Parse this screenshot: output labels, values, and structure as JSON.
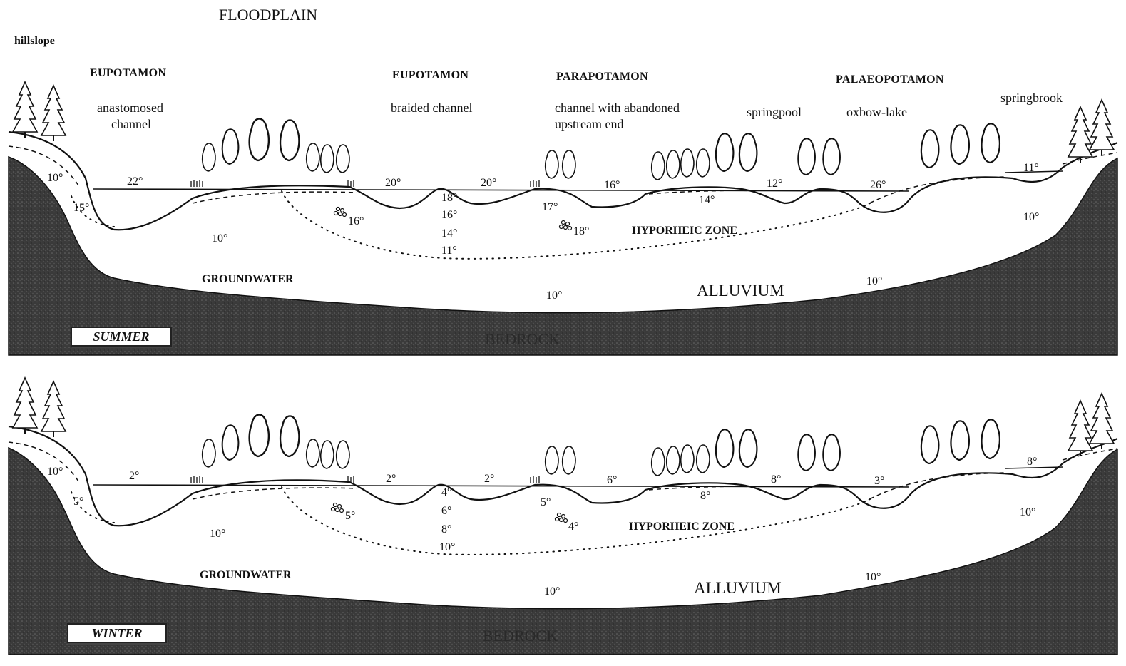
{
  "title": "FLOODPLAIN",
  "hillslope": "hillslope",
  "headers": {
    "eupotamon1": "EUPOTAMON",
    "eupotamon2": "EUPOTAMON",
    "parapotamon": "PARAPOTAMON",
    "palaeopotamon": "PALAEOPOTAMON"
  },
  "labels": {
    "anastomosed": "anastomosed",
    "channel": "channel",
    "braided": "braided channel",
    "abandoned1": "channel with abandoned",
    "abandoned2": "upstream end",
    "springpool": "springpool",
    "oxbow": "oxbow-lake",
    "springbrook": "springbrook"
  },
  "summer": {
    "season": "SUMMER",
    "zone": "HYPORHEIC ZONE",
    "groundwater": "GROUNDWATER",
    "alluvium": "ALLUVIUM",
    "bedrock": "BEDROCK",
    "temps": {
      "hill": "10°",
      "anast_in": "15°",
      "anast": "22°",
      "gw_left": "10°",
      "well1": "16°",
      "braid_l": "20°",
      "braid_r": "20°",
      "p1": "18°",
      "p2": "16°",
      "p3": "14°",
      "p4": "11°",
      "para": "17°",
      "well2": "18°",
      "mid": "16°",
      "rise": "14°",
      "spring": "12°",
      "oxbow": "26°",
      "brook": "11°",
      "right": "10°",
      "allu_r": "10°",
      "center": "10°"
    }
  },
  "winter": {
    "season": "WINTER",
    "zone": "HYPORHEIC ZONE",
    "groundwater": "GROUNDWATER",
    "alluvium": "ALLUVIUM",
    "bedrock": "BEDROCK",
    "temps": {
      "hill": "10°",
      "anast_in": "5°",
      "anast": "2°",
      "gw_left": "10°",
      "well1": "5°",
      "braid_l": "2°",
      "braid_r": "2°",
      "p1": "4°",
      "p2": "6°",
      "p3": "8°",
      "p4": "10°",
      "para": "5°",
      "well2": "4°",
      "mid": "6°",
      "rise": "8°",
      "spring": "8°",
      "oxbow": "3°",
      "brook": "8°",
      "right": "10°",
      "allu_r": "10°",
      "center": "10°"
    }
  },
  "colors": {
    "bedrock": "#3c3c3c",
    "ink": "#111111"
  }
}
